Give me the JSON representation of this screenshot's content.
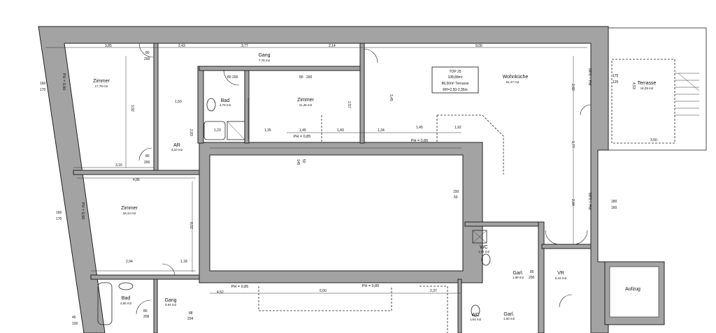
{
  "plan": {
    "unit_box": {
      "line1": "TOP 25",
      "line2": "108,88m²",
      "line3": "86,50m² Terrasse",
      "line4": "RH=2,50-2,95m"
    },
    "rooms": [
      {
        "name": "Zimmer",
        "area": "17,79 m2"
      },
      {
        "name": "Gang",
        "area": "7,78 m2"
      },
      {
        "name": "Bad",
        "area": "4,79 m2"
      },
      {
        "name": "Zimmer",
        "area": "11,45 m2"
      },
      {
        "name": "AR",
        "area": "4,10 m2"
      },
      {
        "name": "Wohnküche",
        "area": "51,47 m2"
      },
      {
        "name": "Terrasse",
        "area": "16,29 m2"
      },
      {
        "name": "Zimmer",
        "area": "18,14 m2"
      },
      {
        "name": "Bad",
        "area": "4,65 m2"
      },
      {
        "name": "Gang",
        "area": "3,94 m2"
      },
      {
        "name": "WC",
        "area": "1,47 m2"
      },
      {
        "name": "Garl.",
        "area": "1,99 m2"
      },
      {
        "name": "VR",
        "area": "5,43 m2"
      },
      {
        "name": "Aufzug",
        "area": ""
      },
      {
        "name": "WC",
        "area": "1,64 m2"
      },
      {
        "name": "Garl.",
        "area": "1,60 m2"
      }
    ],
    "parapets": [
      "PH = 0,85",
      "PH = 0,85",
      "PH = 0,85",
      "PH = 0,85",
      "PH = 0,90",
      "PH = 0,90",
      "PH = 0,90",
      "PH = 0,95"
    ],
    "window_sizes": [
      "160",
      "170",
      "160",
      "170",
      "45",
      "100",
      "180",
      "160",
      "175",
      "125"
    ],
    "door_sizes": [
      "80",
      "200",
      "80",
      "200",
      "80",
      "200",
      "80",
      "200",
      "80",
      "209",
      "88",
      "204",
      "85",
      "200"
    ],
    "dimensions": [
      "3,85",
      "2,43",
      "3,77",
      "2,14",
      "9,00",
      "3,92",
      "3,16",
      "1,50",
      "2,83",
      "4,86",
      "6,02",
      "2,94",
      "1,18",
      "1,35",
      "1,45",
      "1,49",
      "1,34",
      "1,45",
      "1,92",
      "3,45",
      "2,57",
      "5,00",
      "2,37",
      "4,52",
      "2,84",
      "1,77",
      "2,82",
      "4,53",
      "3,50",
      "1,23",
      "150",
      "50",
      "145",
      "50"
    ]
  }
}
